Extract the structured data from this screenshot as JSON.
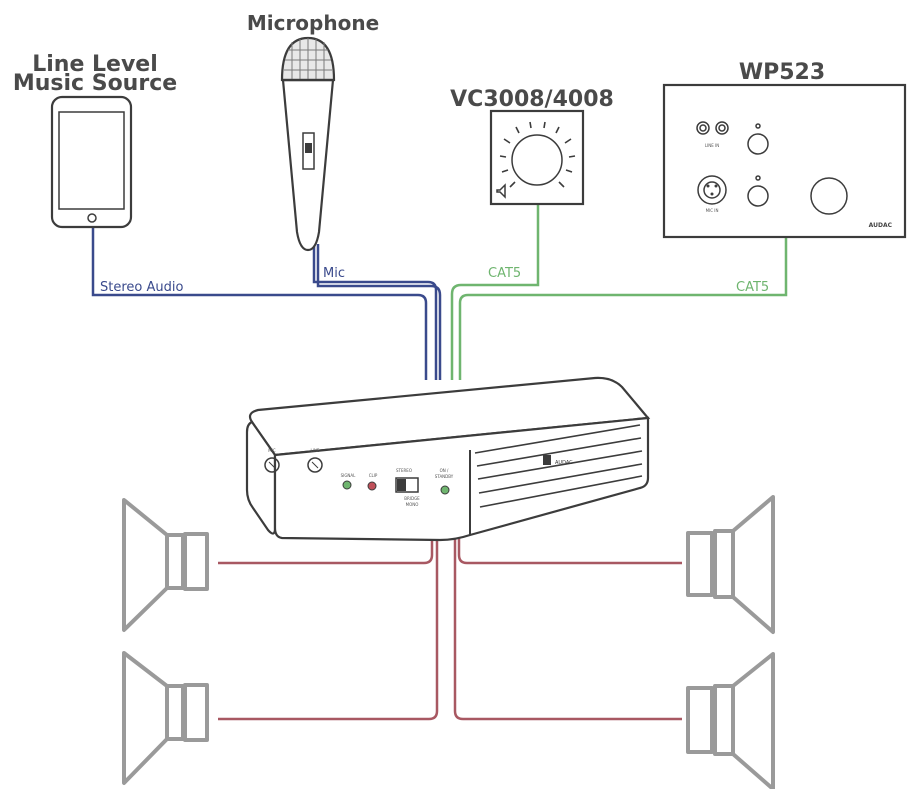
{
  "titles": {
    "source_line1": "Line Level",
    "source_line2": "Music Source",
    "microphone": "Microphone",
    "volume_control": "VC3008/4008",
    "wall_plate": "WP523"
  },
  "cables": {
    "stereo_audio": "Stereo Audio",
    "mic": "Mic",
    "cat5_left": "CAT5",
    "cat5_right": "CAT5"
  },
  "wall_plate_brand": "AUDAC",
  "colors": {
    "audio_cable": "#3a4a8c",
    "cat5_cable": "#6fb56f",
    "speaker_cable": "#a85862",
    "outline": "#3c3c3c",
    "speaker": "#9a9a9a"
  }
}
